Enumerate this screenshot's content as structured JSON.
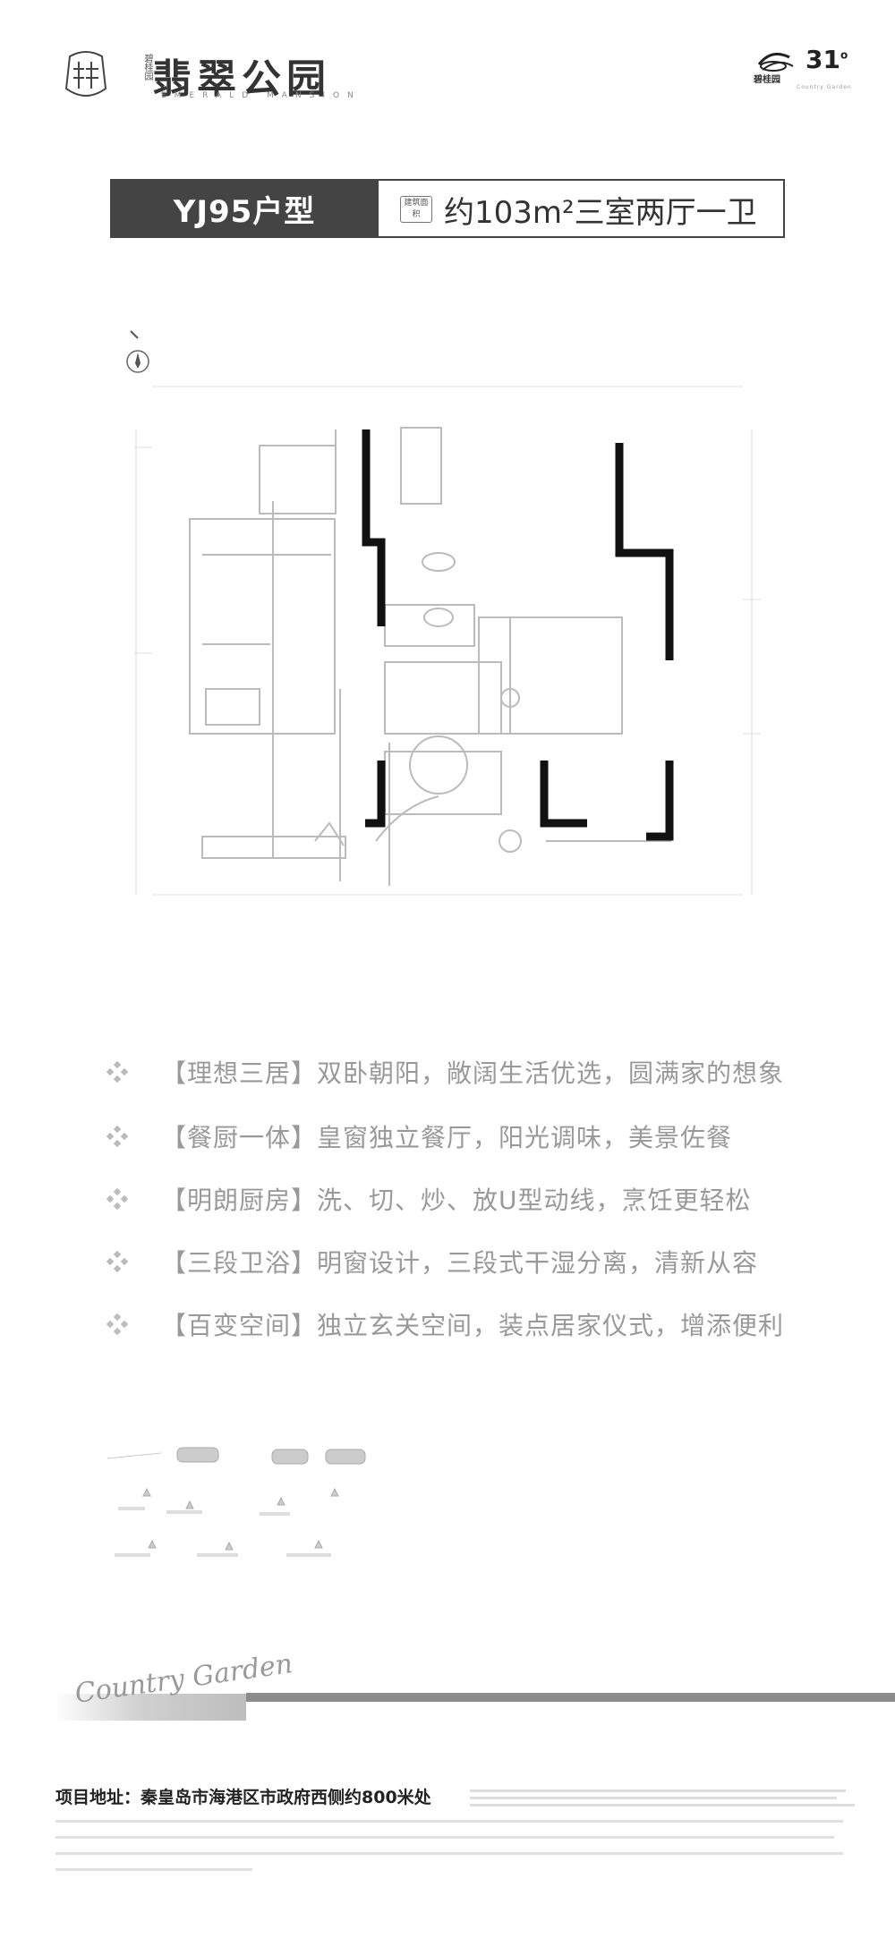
{
  "header": {
    "brand_title": "翡翠公园",
    "brand_small": "碧桂园",
    "brand_subtitle": "EMERALD MANSION",
    "corp_name": "碧桂园",
    "corp_number": "31",
    "corp_subtitle": "Country Garden"
  },
  "title_bar": {
    "unit_type": "YJ95户型",
    "badge": "建筑面积",
    "area": "约103m²三室两厅一卫"
  },
  "features": [
    {
      "text": "【理想三居】双卧朝阳，敞阔生活优选，圆满家的想象"
    },
    {
      "text": "【餐厨一体】皇窗独立餐厅，阳光调味，美景佐餐"
    },
    {
      "text": "【明朗厨房】洗、切、炒、放U型动线，烹饪更轻松"
    },
    {
      "text": "【三段卫浴】明窗设计，三段式干湿分离，清新从容"
    },
    {
      "text": "【百变空间】独立玄关空间，装点居家仪式，增添便利"
    }
  ],
  "footer": {
    "address": "项目地址：秦皇岛市海港区市政府西侧约800米处",
    "signature": "Country Garden"
  },
  "colors": {
    "title_dark": "#444444",
    "band_gray": "#8c8c8c",
    "wall": "#111111"
  }
}
